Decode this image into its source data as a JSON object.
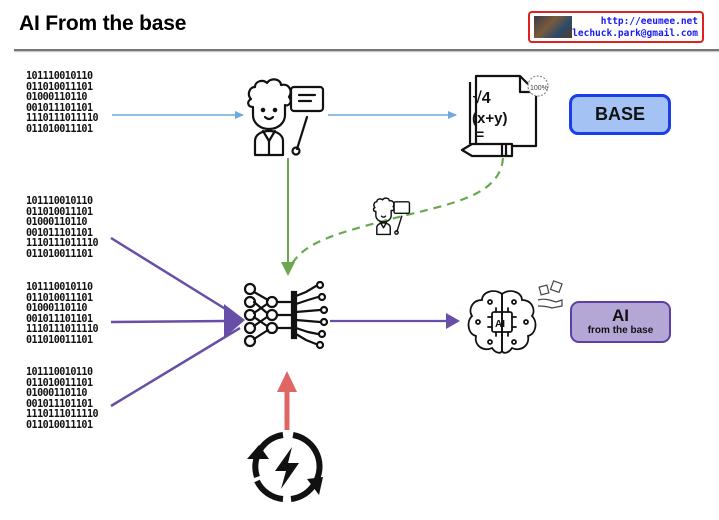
{
  "header": {
    "title": "AI From the base",
    "credit": {
      "url": "http://eeumee.net",
      "email": "lechuck.park@gmail.com"
    }
  },
  "diagram": {
    "binary_block_rows": [
      "101110010110",
      "011010011101",
      "01000110110",
      "001011101101",
      "1110111011110",
      "011010011101"
    ],
    "nodes": {
      "teacher": {
        "icon": "teacher-icon"
      },
      "math_doc": {
        "icon": "math-document-icon",
        "formula_top": "√4",
        "formula_mid": "(x+y)",
        "formula_bot": "=",
        "badge": "100%"
      },
      "base_label": "BASE",
      "neural_net": {
        "icon": "neural-network-icon"
      },
      "ai_brain": {
        "icon": "ai-brain-icon",
        "chip_text": "AI"
      },
      "ai_label": "AI",
      "ai_sublabel": "from the base",
      "energy": {
        "icon": "energy-cycle-icon"
      }
    },
    "colors": {
      "blue_arrow": "#6fa8dc",
      "green_arrow": "#6aa84f",
      "purple_arrow": "#674ea7",
      "red_arrow": "#e06666",
      "base_fill": "#a4c2f4",
      "base_border": "#1a3fe8",
      "ai_fill": "#b4a7d6",
      "ai_border": "#5b3fa6"
    }
  }
}
